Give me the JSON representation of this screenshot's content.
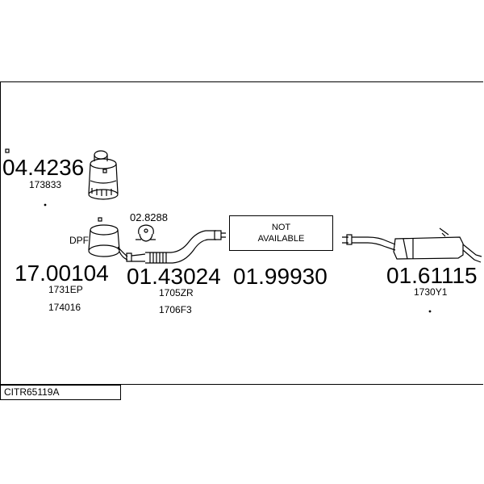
{
  "parts": {
    "part_1": {
      "number": "04.4236",
      "ref": "173833"
    },
    "part_2": {
      "number": "02.8288"
    },
    "part_3": {
      "label": "DPF",
      "number": "17.00104",
      "refs": [
        "1731EP",
        "174016"
      ]
    },
    "part_4": {
      "number": "01.43024",
      "refs": [
        "1705ZR",
        "1706F3"
      ]
    },
    "part_5": {
      "number": "01.99930",
      "status_line1": "NOT",
      "status_line2": "AVAILABLE"
    },
    "part_6": {
      "number": "01.61115",
      "ref": "1730Y1"
    }
  },
  "footer": {
    "code": "CITR65119A"
  }
}
